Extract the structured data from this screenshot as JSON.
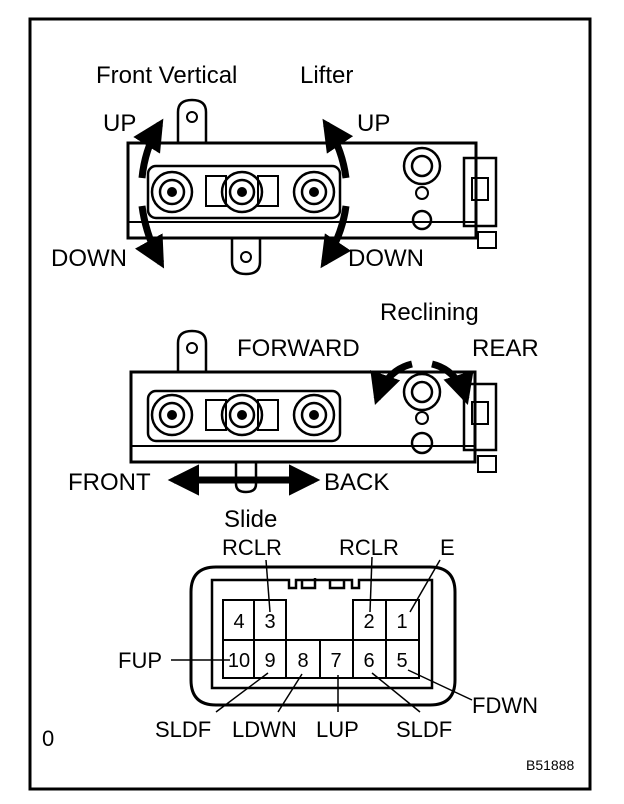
{
  "labels": {
    "front_vertical": "Front Vertical",
    "lifter": "Lifter",
    "up_left": "UP",
    "up_right": "UP",
    "down_left": "DOWN",
    "down_right": "DOWN",
    "reclining": "Reclining",
    "forward": "FORWARD",
    "rear": "REAR",
    "front": "FRONT",
    "back": "BACK",
    "slide": "Slide"
  },
  "connector": {
    "pins_top": [
      "4",
      "3",
      "2",
      "1"
    ],
    "pins_bottom": [
      "10",
      "9",
      "8",
      "7",
      "6",
      "5"
    ],
    "signals": {
      "rclr_left": "RCLR",
      "rclr_right": "RCLR",
      "e": "E",
      "fup": "FUP",
      "fdwn": "FDWN",
      "sldf_left": "SLDF",
      "ldwn": "LDWN",
      "lup": "LUP",
      "sldf_right": "SLDF"
    }
  },
  "footer": {
    "left_mark": "0",
    "figure_code": "B51888"
  }
}
